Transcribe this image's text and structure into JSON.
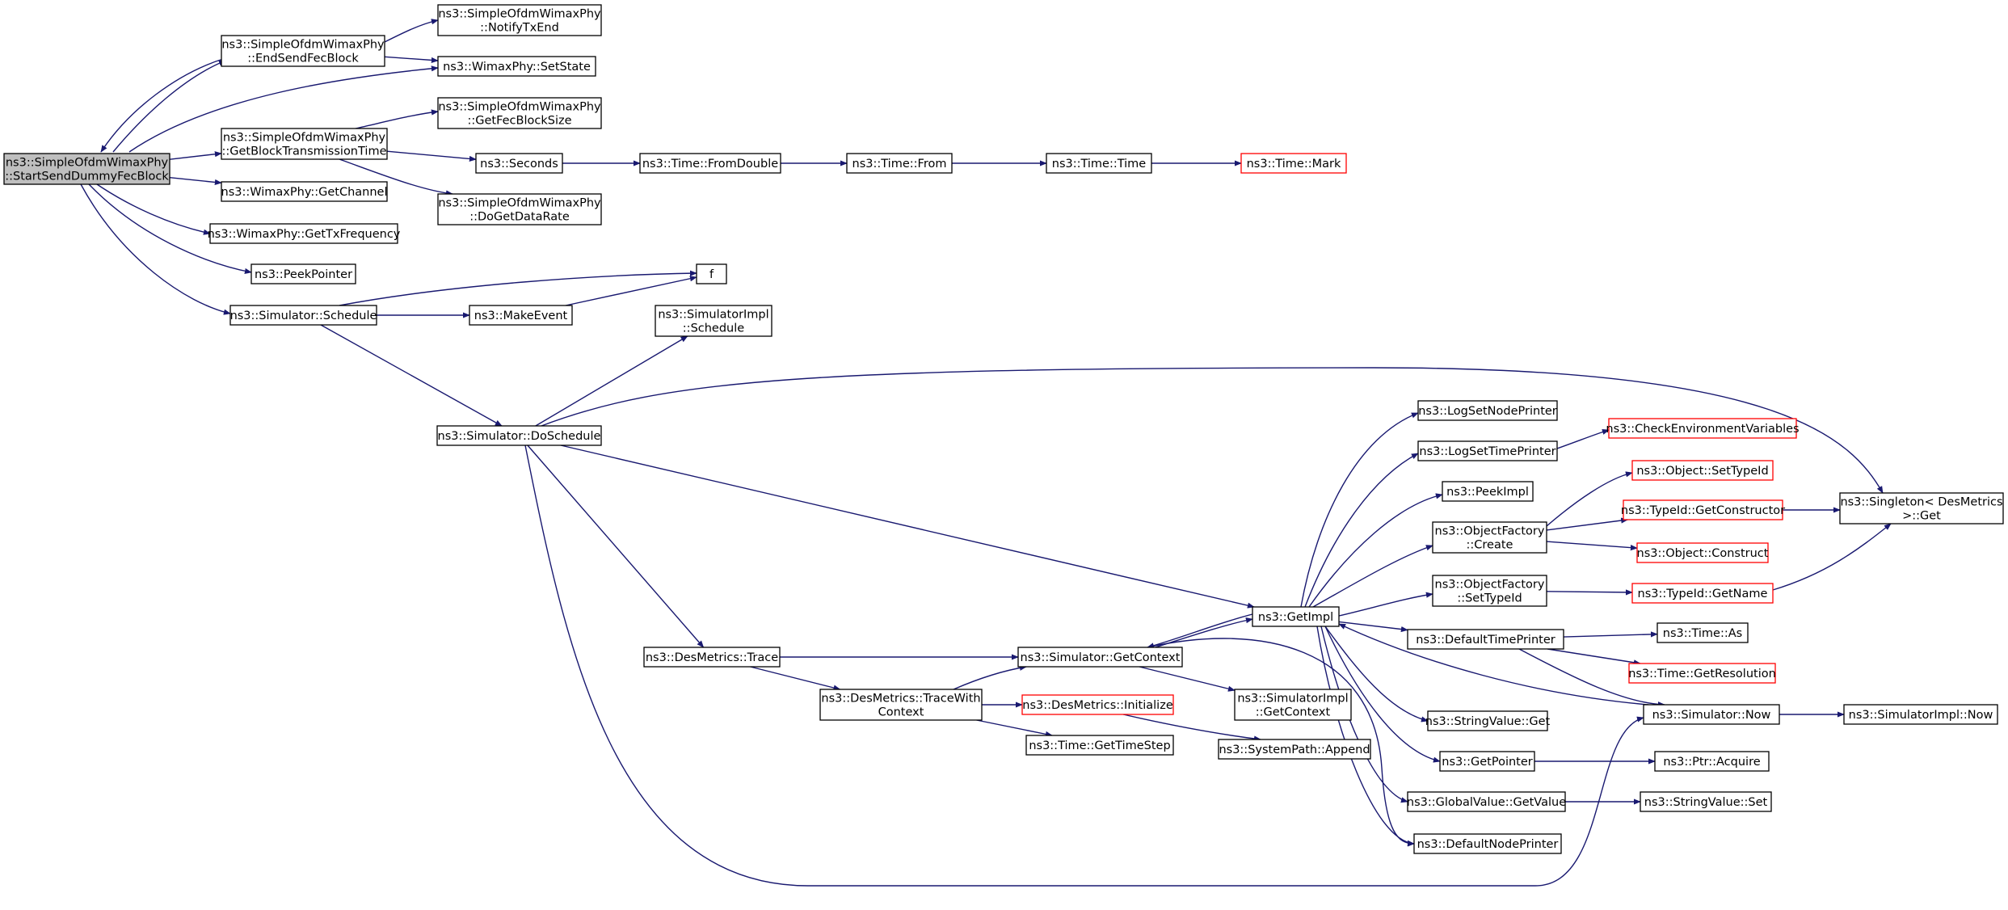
{
  "colors": {
    "edge": "#191970",
    "box_border": "#000000",
    "box_border_truncated": "#ff0000",
    "root_fill": "#bfbfbf"
  },
  "nodes": [
    {
      "id": "root",
      "lines": [
        "ns3::SimpleOfdmWimaxPhy",
        "::StartSendDummyFecBlock"
      ],
      "style": "root"
    },
    {
      "id": "endsend",
      "lines": [
        "ns3::SimpleOfdmWimaxPhy",
        "::EndSendFecBlock"
      ],
      "style": "normal"
    },
    {
      "id": "notify",
      "lines": [
        "ns3::SimpleOfdmWimaxPhy",
        "::NotifyTxEnd"
      ],
      "style": "normal"
    },
    {
      "id": "setstate",
      "lines": [
        "ns3::WimaxPhy::SetState"
      ],
      "style": "normal"
    },
    {
      "id": "getblock",
      "lines": [
        "ns3::SimpleOfdmWimaxPhy",
        "::GetBlockTransmissionTime"
      ],
      "style": "normal"
    },
    {
      "id": "getfec",
      "lines": [
        "ns3::SimpleOfdmWimaxPhy",
        "::GetFecBlockSize"
      ],
      "style": "normal"
    },
    {
      "id": "seconds",
      "lines": [
        "ns3::Seconds"
      ],
      "style": "normal"
    },
    {
      "id": "fromdouble",
      "lines": [
        "ns3::Time::FromDouble"
      ],
      "style": "normal"
    },
    {
      "id": "from",
      "lines": [
        "ns3::Time::From"
      ],
      "style": "normal"
    },
    {
      "id": "time",
      "lines": [
        "ns3::Time::Time"
      ],
      "style": "normal"
    },
    {
      "id": "mark",
      "lines": [
        "ns3::Time::Mark"
      ],
      "style": "truncated"
    },
    {
      "id": "dogetrate",
      "lines": [
        "ns3::SimpleOfdmWimaxPhy",
        "::DoGetDataRate"
      ],
      "style": "normal"
    },
    {
      "id": "getchannel",
      "lines": [
        "ns3::WimaxPhy::GetChannel"
      ],
      "style": "normal"
    },
    {
      "id": "gettxfreq",
      "lines": [
        "ns3::WimaxPhy::GetTxFrequency"
      ],
      "style": "normal"
    },
    {
      "id": "peekptr",
      "lines": [
        "ns3::PeekPointer"
      ],
      "style": "normal"
    },
    {
      "id": "schedule",
      "lines": [
        "ns3::Simulator::Schedule"
      ],
      "style": "normal"
    },
    {
      "id": "f",
      "lines": [
        "f"
      ],
      "style": "normal"
    },
    {
      "id": "makeevent",
      "lines": [
        "ns3::MakeEvent"
      ],
      "style": "normal"
    },
    {
      "id": "simimplsched",
      "lines": [
        "ns3::SimulatorImpl",
        "::Schedule"
      ],
      "style": "normal"
    },
    {
      "id": "doschedule",
      "lines": [
        "ns3::Simulator::DoSchedule"
      ],
      "style": "normal"
    },
    {
      "id": "singleton",
      "lines": [
        "ns3::Singleton< DesMetrics",
        ">::Get"
      ],
      "style": "normal"
    },
    {
      "id": "lognode",
      "lines": [
        "ns3::LogSetNodePrinter"
      ],
      "style": "normal"
    },
    {
      "id": "logtime",
      "lines": [
        "ns3::LogSetTimePrinter"
      ],
      "style": "normal"
    },
    {
      "id": "checkenv",
      "lines": [
        "ns3::CheckEnvironmentVariables"
      ],
      "style": "truncated"
    },
    {
      "id": "peekimpl",
      "lines": [
        "ns3::PeekImpl"
      ],
      "style": "normal"
    },
    {
      "id": "objsettypeid",
      "lines": [
        "ns3::Object::SetTypeId"
      ],
      "style": "truncated"
    },
    {
      "id": "ofcreate",
      "lines": [
        "ns3::ObjectFactory",
        "::Create"
      ],
      "style": "normal"
    },
    {
      "id": "getctor",
      "lines": [
        "ns3::TypeId::GetConstructor"
      ],
      "style": "truncated"
    },
    {
      "id": "construct",
      "lines": [
        "ns3::Object::Construct"
      ],
      "style": "truncated"
    },
    {
      "id": "ofsettypeid",
      "lines": [
        "ns3::ObjectFactory",
        "::SetTypeId"
      ],
      "style": "normal"
    },
    {
      "id": "getname",
      "lines": [
        "ns3::TypeId::GetName"
      ],
      "style": "truncated"
    },
    {
      "id": "getimpl",
      "lines": [
        "ns3::GetImpl"
      ],
      "style": "normal"
    },
    {
      "id": "deftime",
      "lines": [
        "ns3::DefaultTimePrinter"
      ],
      "style": "normal"
    },
    {
      "id": "timeas",
      "lines": [
        "ns3::Time::As"
      ],
      "style": "normal"
    },
    {
      "id": "getres",
      "lines": [
        "ns3::Time::GetResolution"
      ],
      "style": "truncated"
    },
    {
      "id": "destrace",
      "lines": [
        "ns3::DesMetrics::Trace"
      ],
      "style": "normal"
    },
    {
      "id": "getcontext",
      "lines": [
        "ns3::Simulator::GetContext"
      ],
      "style": "normal"
    },
    {
      "id": "tracewith",
      "lines": [
        "ns3::DesMetrics::TraceWith",
        "Context"
      ],
      "style": "normal"
    },
    {
      "id": "desinit",
      "lines": [
        "ns3::DesMetrics::Initialize"
      ],
      "style": "truncated"
    },
    {
      "id": "simimplctx",
      "lines": [
        "ns3::SimulatorImpl",
        "::GetContext"
      ],
      "style": "normal"
    },
    {
      "id": "simnow",
      "lines": [
        "ns3::Simulator::Now"
      ],
      "style": "normal"
    },
    {
      "id": "simimplnow",
      "lines": [
        "ns3::SimulatorImpl::Now"
      ],
      "style": "normal"
    },
    {
      "id": "strget",
      "lines": [
        "ns3::StringValue::Get"
      ],
      "style": "normal"
    },
    {
      "id": "timestep",
      "lines": [
        "ns3::Time::GetTimeStep"
      ],
      "style": "normal"
    },
    {
      "id": "append",
      "lines": [
        "ns3::SystemPath::Append"
      ],
      "style": "normal"
    },
    {
      "id": "getpointer",
      "lines": [
        "ns3::GetPointer"
      ],
      "style": "normal"
    },
    {
      "id": "acquire",
      "lines": [
        "ns3::Ptr::Acquire"
      ],
      "style": "normal"
    },
    {
      "id": "globalget",
      "lines": [
        "ns3::GlobalValue::GetValue"
      ],
      "style": "normal"
    },
    {
      "id": "strset",
      "lines": [
        "ns3::StringValue::Set"
      ],
      "style": "normal"
    },
    {
      "id": "defnode",
      "lines": [
        "ns3::DefaultNodePrinter"
      ],
      "style": "normal"
    }
  ],
  "edges": [
    [
      "endsend",
      "root"
    ],
    [
      "root",
      "endsend"
    ],
    [
      "endsend",
      "notify"
    ],
    [
      "endsend",
      "setstate"
    ],
    [
      "root",
      "setstate"
    ],
    [
      "root",
      "getblock"
    ],
    [
      "getblock",
      "getfec"
    ],
    [
      "getblock",
      "seconds"
    ],
    [
      "seconds",
      "fromdouble"
    ],
    [
      "fromdouble",
      "from"
    ],
    [
      "from",
      "time"
    ],
    [
      "time",
      "mark"
    ],
    [
      "getblock",
      "dogetrate"
    ],
    [
      "root",
      "getchannel"
    ],
    [
      "root",
      "gettxfreq"
    ],
    [
      "root",
      "peekptr"
    ],
    [
      "root",
      "schedule"
    ],
    [
      "schedule",
      "f"
    ],
    [
      "schedule",
      "makeevent"
    ],
    [
      "makeevent",
      "f"
    ],
    [
      "schedule",
      "doschedule"
    ],
    [
      "doschedule",
      "simimplsched"
    ],
    [
      "doschedule",
      "singleton"
    ],
    [
      "doschedule",
      "getimpl"
    ],
    [
      "doschedule",
      "destrace"
    ],
    [
      "doschedule",
      "simnow"
    ],
    [
      "getimpl",
      "lognode"
    ],
    [
      "getimpl",
      "logtime"
    ],
    [
      "logtime",
      "checkenv"
    ],
    [
      "getimpl",
      "peekimpl"
    ],
    [
      "getimpl",
      "ofcreate"
    ],
    [
      "ofcreate",
      "objsettypeid"
    ],
    [
      "ofcreate",
      "getctor"
    ],
    [
      "ofcreate",
      "construct"
    ],
    [
      "getctor",
      "singleton"
    ],
    [
      "getimpl",
      "ofsettypeid"
    ],
    [
      "ofsettypeid",
      "getname"
    ],
    [
      "getname",
      "singleton"
    ],
    [
      "getimpl",
      "deftime"
    ],
    [
      "deftime",
      "timeas"
    ],
    [
      "deftime",
      "getres"
    ],
    [
      "deftime",
      "simnow"
    ],
    [
      "simnow",
      "getimpl"
    ],
    [
      "simnow",
      "simimplnow"
    ],
    [
      "getimpl",
      "strget"
    ],
    [
      "getimpl",
      "getpointer"
    ],
    [
      "getpointer",
      "acquire"
    ],
    [
      "getimpl",
      "globalget"
    ],
    [
      "globalget",
      "strset"
    ],
    [
      "getimpl",
      "defnode"
    ],
    [
      "getimpl",
      "getcontext"
    ],
    [
      "getcontext",
      "getimpl"
    ],
    [
      "getcontext",
      "simimplctx"
    ],
    [
      "destrace",
      "getcontext"
    ],
    [
      "destrace",
      "tracewith"
    ],
    [
      "tracewith",
      "getcontext"
    ],
    [
      "tracewith",
      "desinit"
    ],
    [
      "tracewith",
      "timestep"
    ],
    [
      "desinit",
      "append"
    ],
    [
      "getcontext",
      "defnode"
    ]
  ]
}
